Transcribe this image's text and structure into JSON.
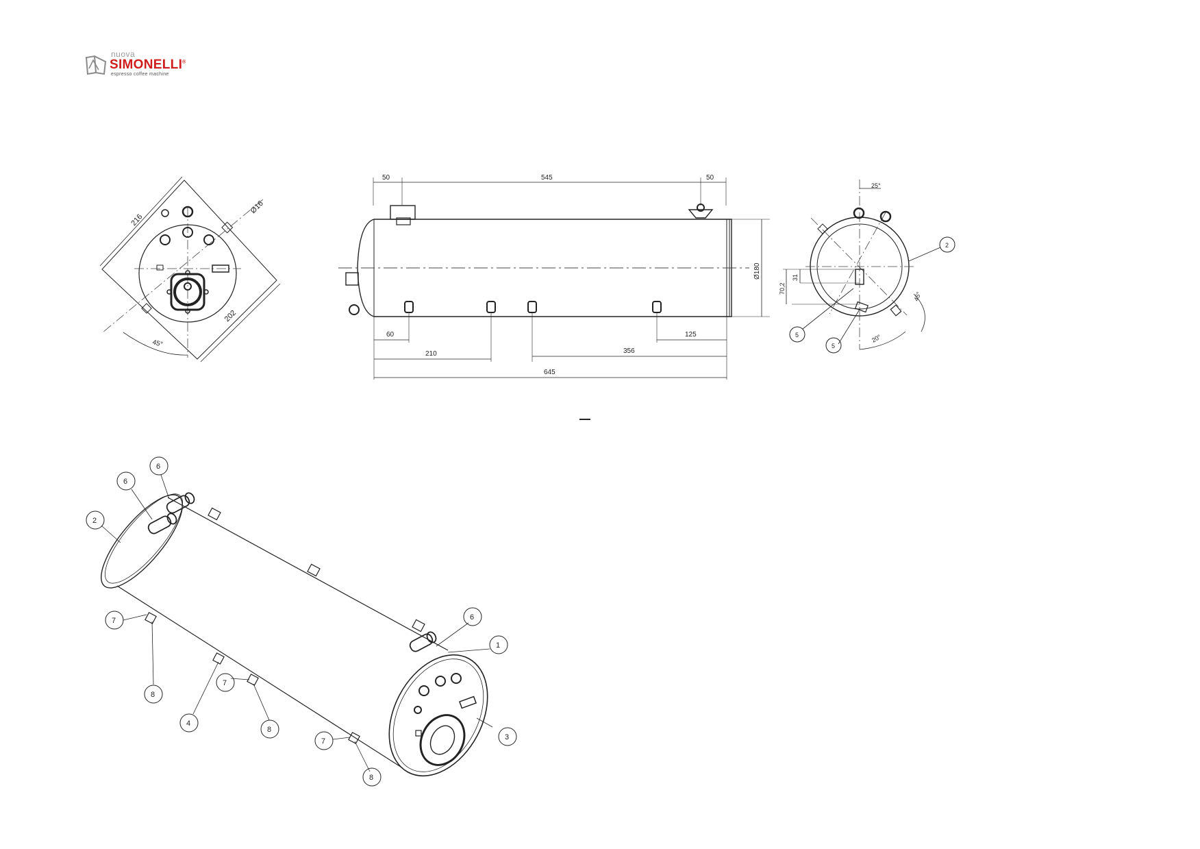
{
  "logo": {
    "small_word": "nuova",
    "brand": "SIMONELLI",
    "registered": "®",
    "tagline": "espresso coffee machine",
    "brand_color": "#d01c1c"
  },
  "end_view_left": {
    "dim_diagonal_1": "216",
    "dim_diagonal_2": "202",
    "dim_pipe_diameter": "Ø16",
    "dim_angle": "45°"
  },
  "side_view": {
    "dim_top_left": "50",
    "dim_top_middle": "545",
    "dim_top_right": "50",
    "dim_diameter": "Ø180",
    "dim_bottom_60": "60",
    "dim_bottom_210": "210",
    "dim_bottom_125": "125",
    "dim_bottom_356": "356",
    "dim_overall": "645"
  },
  "end_view_right": {
    "dim_angle_top": "25°",
    "dim_31": "31",
    "dim_70_2": "70,2",
    "dim_angle_right": "45°",
    "dim_angle_bottom": "20°",
    "callout_2": "2",
    "callout_5a": "5",
    "callout_5b": "5"
  },
  "isometric": {
    "callouts": [
      "6",
      "6",
      "2",
      "6",
      "1",
      "7",
      "8",
      "4",
      "7",
      "8",
      "3",
      "7",
      "8"
    ]
  },
  "colors": {
    "line": "#222222",
    "center_line": "#444444"
  }
}
